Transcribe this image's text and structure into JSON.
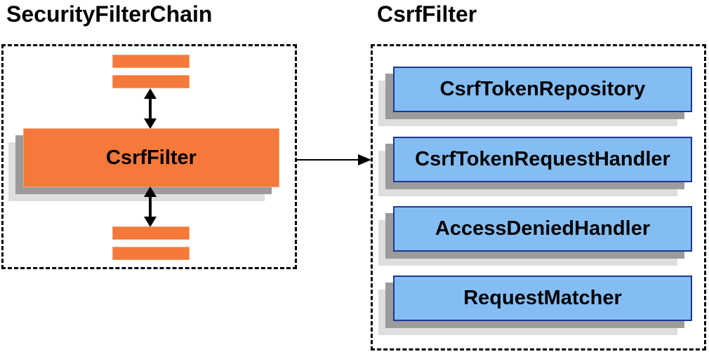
{
  "left_panel": {
    "title": "SecurityFilterChain",
    "filter_box_label": "CsrfFilter"
  },
  "right_panel": {
    "title": "CsrfFilter",
    "components": [
      "CsrfTokenRepository",
      "CsrfTokenRequestHandler",
      "AccessDeniedHandler",
      "RequestMatcher"
    ]
  },
  "icons": {
    "vertical_double_arrow": "up-down-arrow",
    "flow_arrow": "right-arrow"
  },
  "colors": {
    "orange_fill": "#F4793B",
    "orange_border": "#F9A26F",
    "blue_fill": "#84BDF3",
    "blue_border": "#1A3797",
    "shadow_dark": "#9B9B9B",
    "shadow_light": "#DEDEDE",
    "arrow_black": "#000000",
    "dashed_border": "#000000"
  }
}
